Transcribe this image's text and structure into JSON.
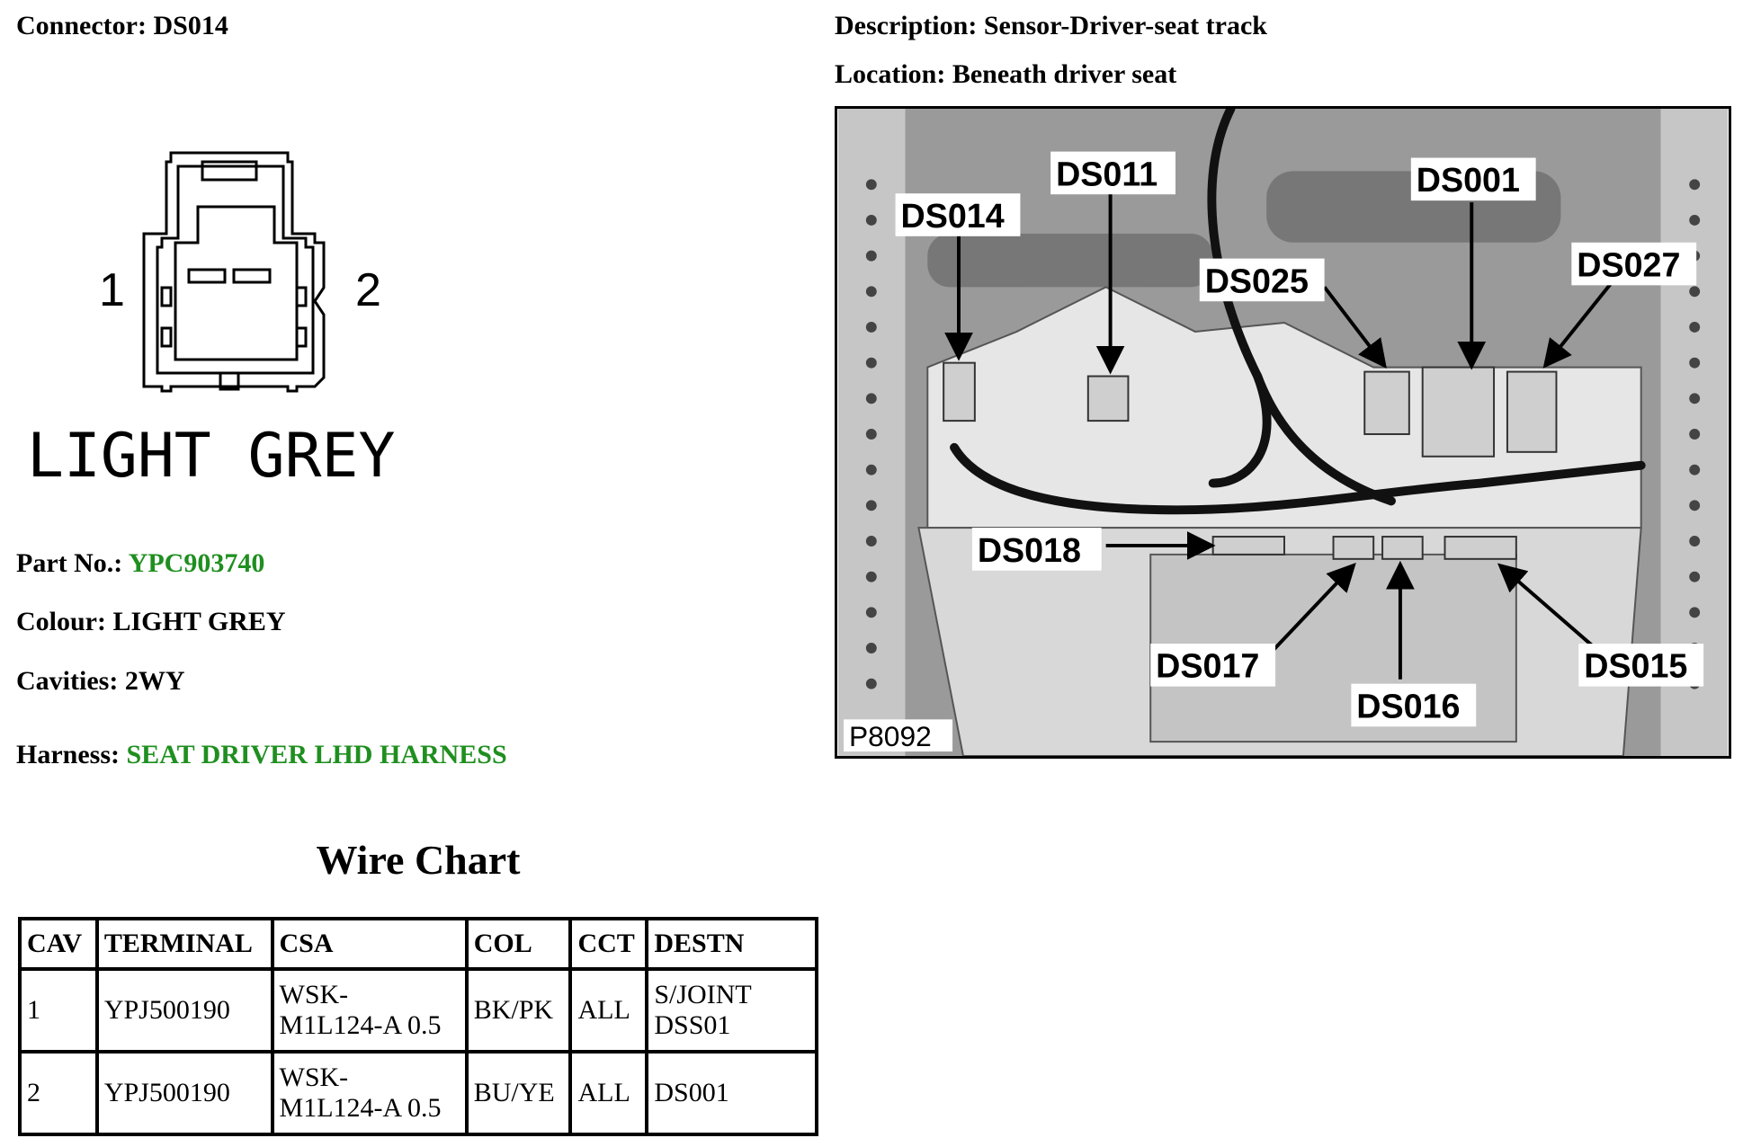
{
  "header": {
    "connector_label": "Connector:",
    "connector_value": "DS014",
    "description_label": "Description:",
    "description_value": "Sensor-Driver-seat track",
    "location_label": "Location:",
    "location_value": "Beneath driver seat"
  },
  "pinout": {
    "pin_left": "1",
    "pin_right": "2",
    "colour_text": "LIGHT GREY"
  },
  "details": {
    "part_label": "Part No.:",
    "part_value": "YPC903740",
    "colour_label": "Colour:",
    "colour_value": "LIGHT GREY",
    "cavities_label": "Cavities:",
    "cavities_value": "2WY",
    "harness_label": "Harness:",
    "harness_value": "SEAT DRIVER LHD HARNESS",
    "link_color": "#1f8f1f"
  },
  "wire_chart": {
    "title": "Wire Chart",
    "columns": [
      "CAV",
      "TERMINAL",
      "CSA",
      "COL",
      "CCT",
      "DESTN"
    ],
    "rows": [
      {
        "cav": "1",
        "terminal": "YPJ500190",
        "csa_1": "WSK-",
        "csa_2": "M1L124-A 0.5",
        "col": "BK/PK",
        "cct": "ALL",
        "destn_1": "S/JOINT",
        "destn_2": "DSS01"
      },
      {
        "cav": "2",
        "terminal": "YPJ500190",
        "csa_1": "WSK-",
        "csa_2": "M1L124-A 0.5",
        "col": "BU/YE",
        "cct": "ALL",
        "destn_1": "DS001",
        "destn_2": ""
      }
    ]
  },
  "photo": {
    "labels": {
      "ds011": "DS011",
      "ds014": "DS014",
      "ds001": "DS001",
      "ds025": "DS025",
      "ds027": "DS027",
      "ds018": "DS018",
      "ds017": "DS017",
      "ds016": "DS016",
      "ds015": "DS015"
    },
    "figure_code": "P8092"
  }
}
